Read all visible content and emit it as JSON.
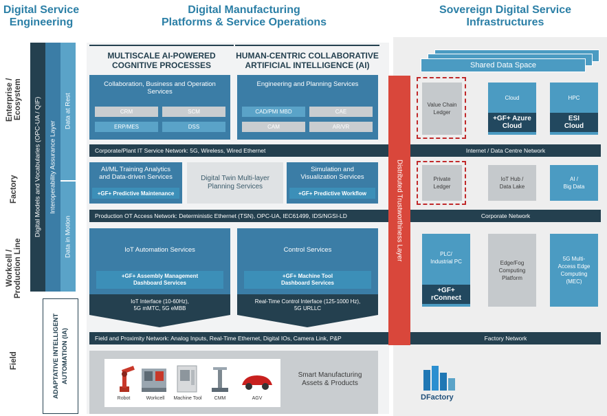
{
  "columns": {
    "left": "Digital Service\nEngineering",
    "middle": "Digital Manufacturing\nPlatforms & Service Operations",
    "right": "Sovereign Digital Service\nInfrastructures"
  },
  "rows": {
    "enterprise": "Enterprise /\nEcosystem",
    "factory": "Factory",
    "workcell": "Workcell /\nProduction Line",
    "field": "Field"
  },
  "vertical_bars": {
    "models": "Digital Models and Vocabularies (OPC-UA / QIF)",
    "interop": "Interoperability Assurance Layer",
    "data_rest": "Data at Rest",
    "data_motion": "Data in Motion",
    "adaptive": "ADAPTATIVE INTELLIGENT\nAUTOMATION (IA)",
    "distributed": "Distributed Trustworthiness Layer"
  },
  "headers": {
    "multiscale": "MULTISCALE AI-POWERED\nCOGNITIVE PROCESSES",
    "human": "HUMAN-CENTRIC COLLABORATIVE\nARTIFICIAL INTELLIGENCE (AI)"
  },
  "enterprise_services": {
    "collab_title": "Collaboration, Business and Operation\nServices",
    "collab_items": [
      "CRM",
      "SCM",
      "ERP/MES",
      "DSS"
    ],
    "eng_title": "Engineering and Planning Services",
    "eng_items": [
      "CAD/PMI MBD",
      "CAE",
      "CAM",
      "AR/VR"
    ]
  },
  "networks": {
    "corporate_it": "Corporate/Plant IT Service Network: 5G, Wireless, Wired Ethernet",
    "production_ot": "Production OT Access Network: Deterministic Ethernet (TSN), OPC-UA, IEC61499, IDS/NGSI-LD",
    "field": "Field and Proximity Network: Analog Inputs, Real-Time Ethernet, Digital IOs, Camera Link, P&P",
    "internet": "Internet / Data Centre Network",
    "corporate": "Corporate Network",
    "factory": "Factory Network"
  },
  "factory_services": {
    "aiml_title": "AI/ML Training Analytics\nand Data-driven Services",
    "aiml_btn": "+GF+ Predictive Maintenance",
    "twin": "Digital Twin Multi-layer\nPlanning Services",
    "sim_title": "Simulation and\nVisualization Services",
    "sim_btn": "+GF+ Predictive Workflow"
  },
  "workcell_services": {
    "iot_title": "IoT Automation Services",
    "iot_btn": "+GF+ Assembly Management\nDashboard Services",
    "iot_interface": "IoT Interface (10-60Hz),\n5G mMTC, 5G eMBB",
    "control_title": "Control Services",
    "control_btn": "+GF+ Machine Tool\nDashboard Services",
    "control_interface": "Real-Time Control Interface (125-1000 Hz),\n5G URLLC"
  },
  "assets": {
    "items": [
      "Robot",
      "Workcell",
      "Machine Tool",
      "CMM",
      "AGV"
    ],
    "label": "Smart Manufacturing\nAssets & Products"
  },
  "sovereign": {
    "shared": "Shared Data Space",
    "value_chain": "Value Chain\nLedger",
    "cloud": "Cloud",
    "azure": "+GF+ Azure\nCloud",
    "hpc": "HPC",
    "esi": "ESI\nCloud",
    "private_ledger": "Private\nLedger",
    "iot_hub": "IoT Hub /\nData Lake",
    "ai_bigdata": "AI /\nBig Data",
    "plc": "PLC/\nIndustrial PC",
    "rconnect": "+GF+\nrConnect",
    "edge": "Edge/Fog\nComputing\nPlatform",
    "mec": "5G Multi-\nAccess Edge\nComputing\n(MEC)",
    "logo": "DFactory"
  },
  "colors": {
    "dark_navy": "#24404f",
    "mid_blue": "#3b7da6",
    "light_blue": "#5aa3c8",
    "red_layer": "#d9473b",
    "heading": "#2b7fa6"
  }
}
